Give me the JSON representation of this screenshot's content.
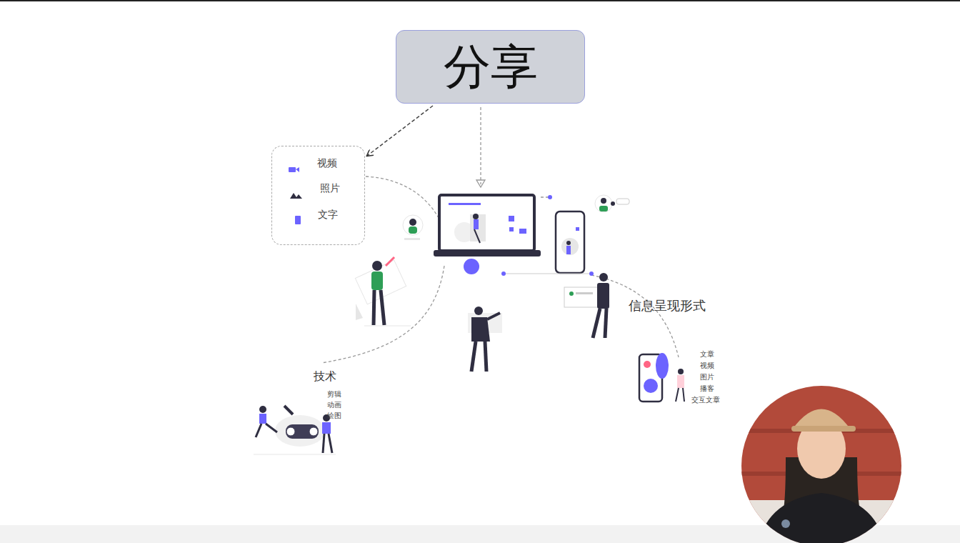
{
  "diagram": {
    "nodes": [
      {
        "text": [
          "分享"
        ]
      },
      {
        "text": [
          "视频",
          "照片",
          "文字"
        ]
      }
    ],
    "edges": [
      {
        "from": 0,
        "to": 1,
        "arrow": "to"
      }
    ],
    "labels": [
      "信息呈现形式",
      "文章",
      "视频",
      "图片",
      "播客",
      "交互文章",
      "技术",
      "剪辑",
      "动画",
      "绘图"
    ]
  }
}
